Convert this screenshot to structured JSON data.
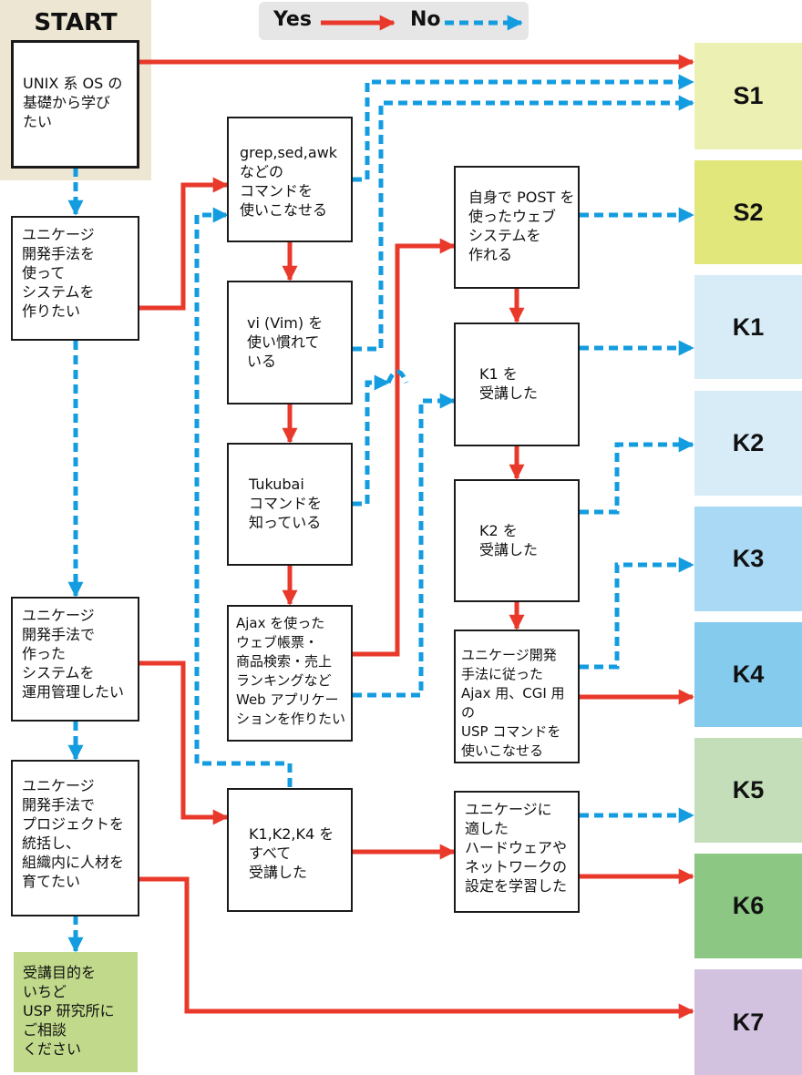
{
  "legend": {
    "yes": "Yes",
    "no": "No"
  },
  "start": {
    "label": "START",
    "text": "UNIX 系 OS の\n基礎から学び\nたい"
  },
  "left_nodes": {
    "q_develop": "ユニケージ\n開発手法を\n使って\nシステムを\n作りたい",
    "q_operate": "ユニケージ\n開発手法で\n作った\nシステムを\n運用管理したい",
    "q_manage": "ユニケージ\n開発手法で\nプロジェクトを\n統括し、\n組織内に人材を\n育てたい",
    "consult": "受講目的を\nいちど\nUSP 研究所に\nご相談\nください"
  },
  "middle_nodes": {
    "grep": "grep,sed,awk\nなどの\nコマンドを\n使いこなせる",
    "vim": "vi (Vim) を\n使い慣れて\nいる",
    "tukubai": "Tukubai\nコマンドを\n知っている",
    "ajax": "Ajax を使った\nウェブ帳票・\n商品検索・売上\nランキングなど\nWeb アプリケー\nションを作りたい",
    "k124": "K1,K2,K4 を\nすべて\n受講した"
  },
  "right_nodes": {
    "post": "自身で POST を\n使ったウェブ\nシステムを\n作れる",
    "k1": "K1 を\n受講した",
    "k2": "K2 を\n受講した",
    "usp": "ユニケージ開発\n手法に従った\nAjax 用、CGI 用の\nUSP コマンドを\n使いこなせる",
    "hw": "ユニケージに\n適した\nハードウェアや\nネットワークの\n設定を学習した"
  },
  "results": [
    {
      "label": "S1",
      "color": "#ecf0b2"
    },
    {
      "label": "S2",
      "color": "#e1e77b"
    },
    {
      "label": "K1",
      "color": "#d8ecf8"
    },
    {
      "label": "K2",
      "color": "#d8ecf8"
    },
    {
      "label": "K3",
      "color": "#a9d9f4"
    },
    {
      "label": "K4",
      "color": "#84cbee"
    },
    {
      "label": "K5",
      "color": "#c3deb9"
    },
    {
      "label": "K6",
      "color": "#8cc783"
    },
    {
      "label": "K7",
      "color": "#d2c2e0"
    }
  ],
  "colors": {
    "yes": "#e8392b",
    "no": "#139cdf"
  }
}
